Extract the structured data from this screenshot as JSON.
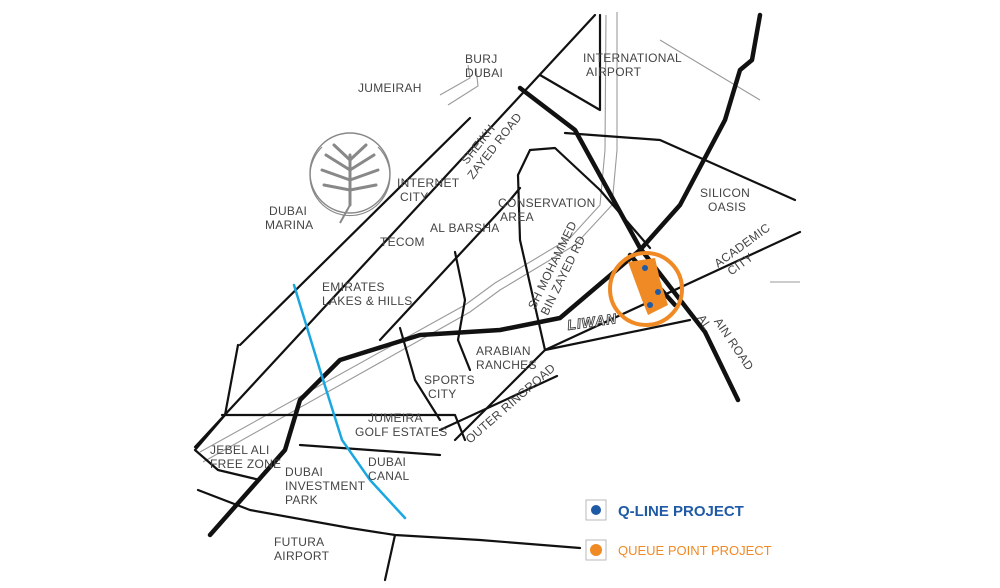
{
  "areas": {
    "jumeirah": "JUMEIRAH",
    "burj_dubai": [
      "BURJ",
      "DUBAI"
    ],
    "international_airport": [
      "INTERNATIONAL",
      "AIRPORT"
    ],
    "internet_city": [
      "INTERNET",
      "CITY"
    ],
    "dubai_marina": [
      "DUBAI",
      "MARINA"
    ],
    "tecom": "TECOM",
    "al_barsha": "AL BARSHA",
    "conservation_area": [
      "CONSERVATION",
      "AREA"
    ],
    "silicon_oasis": [
      "SILICON",
      "OASIS"
    ],
    "academic_city": [
      "ACADEMIC",
      "CITY"
    ],
    "emirates_lakes_hills": [
      "EMIRATES",
      "LAKES & HILLS"
    ],
    "arabian_ranches": [
      "ARABIAN",
      "RANCHES"
    ],
    "sports_city": [
      "SPORTS",
      "CITY"
    ],
    "jumeira_golf_estates": [
      "JUMEIRA",
      "GOLF ESTATES"
    ],
    "jebel_ali_free_zone": [
      "JEBEL ALI",
      "FREE ZONE"
    ],
    "dubai_canal": [
      "DUBAI",
      "CANAL"
    ],
    "dubai_investment_park": [
      "DUBAI",
      "INVESTMENT",
      "PARK"
    ],
    "futura_airport": [
      "FUTURA",
      "AIRPORT"
    ],
    "liwan": "LIWAN"
  },
  "roads": {
    "sheikh_zayed_road": [
      "SHEIKH",
      "ZAYED ROAD"
    ],
    "sh_mohammed_bin_zayed_rd": [
      "SH MOHAMMED",
      "BIN ZAYED RD"
    ],
    "outer_ring_road": "OUTER RINGROAD",
    "al_ain_road": [
      "AL",
      "AIN ROAD"
    ]
  },
  "legend": {
    "q_line": {
      "label": "Q-LINE PROJECT",
      "color": "#1f5aa6"
    },
    "queue_point": {
      "label": "QUEUE POINT PROJECT",
      "color": "#f08a24"
    }
  },
  "colors": {
    "road": "#111111",
    "canal": "#1aa6e0",
    "coastline": "#9a9a9a",
    "label": "#444444",
    "highlight": "#f08a24",
    "q_line_marker": "#1f5aa6"
  },
  "icons": {
    "palm_island": "palm-jumeirah-icon",
    "project_marker": "project-site-icon"
  }
}
